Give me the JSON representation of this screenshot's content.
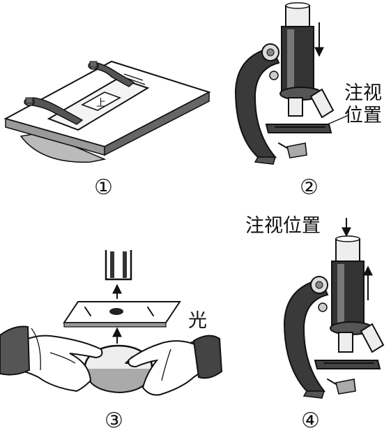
{
  "panels": [
    {
      "number": "①"
    },
    {
      "number": "②",
      "caption_line1": "注视",
      "caption_line2": "位置"
    },
    {
      "number": "③",
      "light_label": "光"
    },
    {
      "number": "④",
      "caption": "注视位置"
    }
  ],
  "specimen_letter": "上"
}
